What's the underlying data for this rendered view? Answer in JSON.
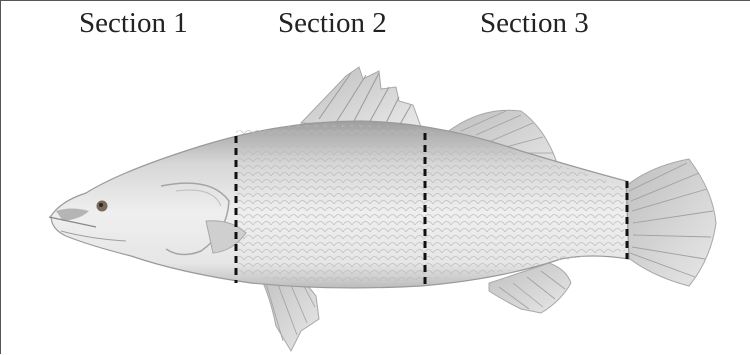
{
  "sections": [
    {
      "label": "Section 1"
    },
    {
      "label": "Section 2"
    },
    {
      "label": "Section 3"
    }
  ],
  "colors": {
    "fish_body": "#dcdcdc",
    "fish_shade": "#9a9a9a",
    "fin": "#cfcfcf",
    "divider": "#111111",
    "frame": "#555555"
  },
  "icon": "barramundi-fish-illustration"
}
